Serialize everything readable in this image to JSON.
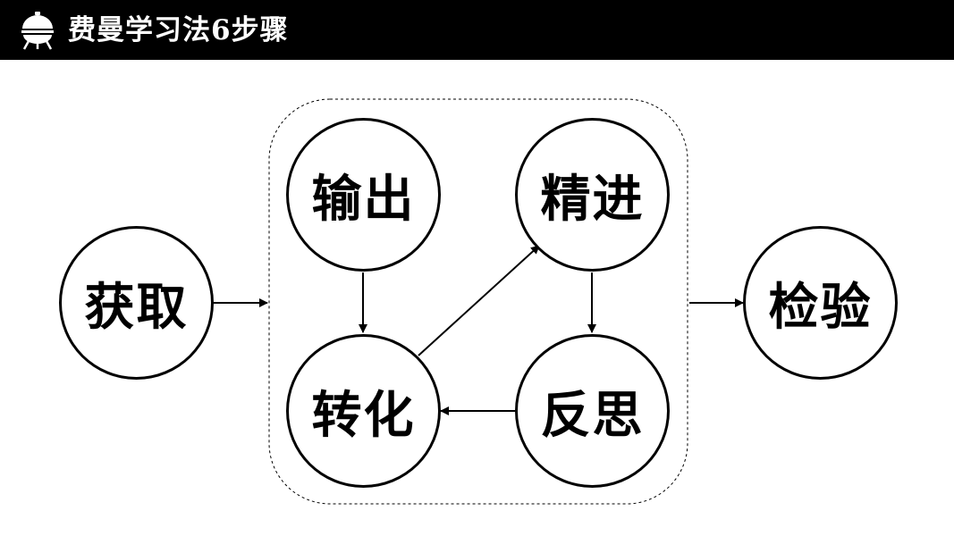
{
  "header": {
    "title": "费曼学习法6步骤",
    "logo_icon": "grill-icon"
  },
  "diagram": {
    "nodes": {
      "acquire": "获取",
      "output": "输出",
      "refine": "精进",
      "transform": "转化",
      "reflect": "反思",
      "verify": "检验"
    },
    "edges": [
      {
        "from": "获取",
        "to": "cycle-group"
      },
      {
        "from": "输出",
        "to": "转化"
      },
      {
        "from": "转化",
        "to": "精进"
      },
      {
        "from": "精进",
        "to": "反思"
      },
      {
        "from": "反思",
        "to": "转化"
      },
      {
        "from": "cycle-group",
        "to": "检验"
      }
    ]
  },
  "colors": {
    "header_bg": "#000000",
    "header_text": "#ffffff",
    "stroke": "#000000",
    "background": "#ffffff"
  }
}
